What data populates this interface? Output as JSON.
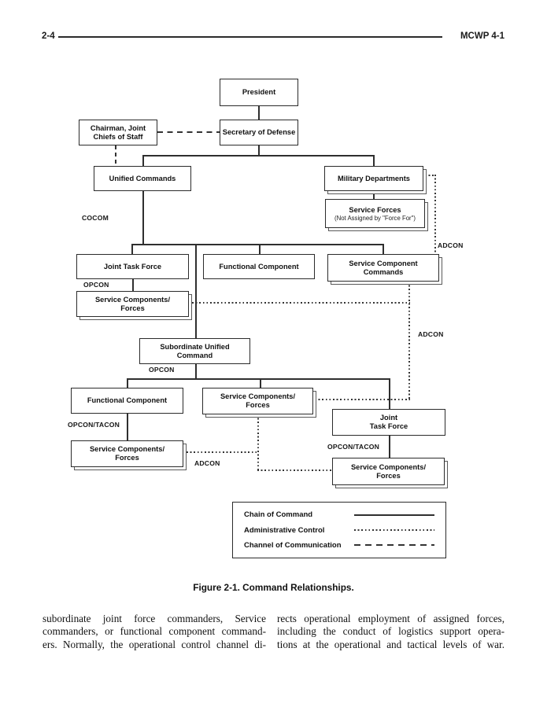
{
  "header": {
    "page_number": "2-4",
    "doc_code": "MCWP 4-1"
  },
  "diagram": {
    "boxes": {
      "president": "President",
      "chairman": "Chairman, Joint\nChiefs of Staff",
      "secdef": "Secretary of Defense",
      "unified_commands": "Unified Commands",
      "military_departments": "Military Departments",
      "service_forces_title": "Service Forces",
      "service_forces_sub": "(Not Assigned by \"Force For\")",
      "joint_task_force_1": "Joint Task Force",
      "functional_component_1": "Functional Component",
      "service_component_commands": "Service Component\nCommands",
      "service_components_forces_1": "Service Components/\nForces",
      "subordinate_unified_command": "Subordinate Unified\nCommand",
      "functional_component_2": "Functional Component",
      "service_components_forces_2": "Service Components/\nForces",
      "joint_task_force_2": "Joint\nTask Force",
      "service_components_forces_3": "Service Components/\nForces",
      "service_components_forces_4": "Service Components/\nForces"
    },
    "relationship_labels": {
      "cocom": "COCOM",
      "opcon_1": "OPCON",
      "adcon_1": "ADCON",
      "adcon_2": "ADCON",
      "opcon_2": "OPCON",
      "opcon_tacon_1": "OPCON/TACON",
      "adcon_3": "ADCON",
      "opcon_tacon_2": "OPCON/TACON"
    },
    "legend": {
      "items": [
        {
          "label": "Chain of Command",
          "line_style": "solid"
        },
        {
          "label": "Administrative Control",
          "line_style": "dotted"
        },
        {
          "label": "Channel of Communication",
          "line_style": "dashed"
        }
      ]
    }
  },
  "caption": "Figure 2-1. Command Relationships.",
  "body_text": {
    "left_lines": [
      "subordinate joint force commanders, Service",
      "commanders, or functional component command-",
      "ers. Normally, the operational control channel di-"
    ],
    "right_lines": [
      "rects operational employment of assigned forces,",
      "including the conduct of logistics support opera-",
      "tions at the operational and tactical levels of war."
    ]
  }
}
